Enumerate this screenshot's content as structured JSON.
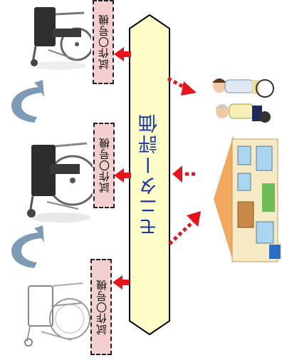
{
  "prototypes": [
    {
      "label": "試作〇号機"
    },
    {
      "label": "試作〇号機"
    },
    {
      "label": "試作〇号機"
    }
  ],
  "banner": {
    "label": "モニター評価"
  },
  "colors": {
    "banner_fill": "#fefdc8",
    "banner_text": "#1836a8",
    "label_fill": "#f3cfcf",
    "arrow_red": "#e8141b",
    "curve_gray": "#7d9bb5"
  },
  "icons": [
    "wheelchair-icon",
    "curved-arrow-icon",
    "caregiver-icon",
    "house-icon"
  ]
}
